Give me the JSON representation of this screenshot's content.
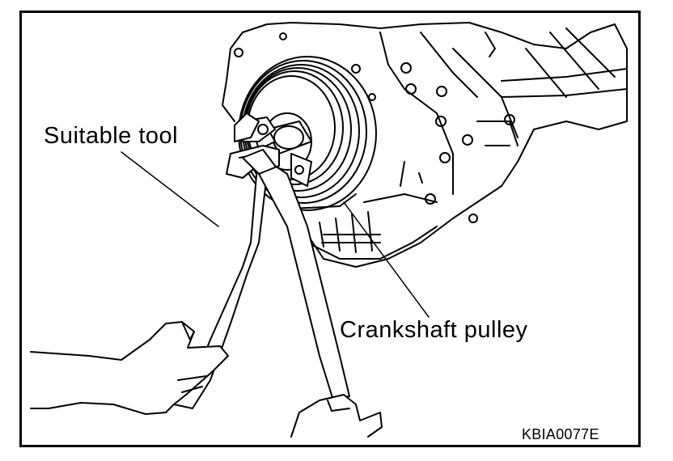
{
  "figure": {
    "callouts": {
      "suitable_tool": "Suitable tool",
      "crankshaft_pulley": "Crankshaft pulley"
    },
    "figure_code": "KBIA0077E"
  }
}
